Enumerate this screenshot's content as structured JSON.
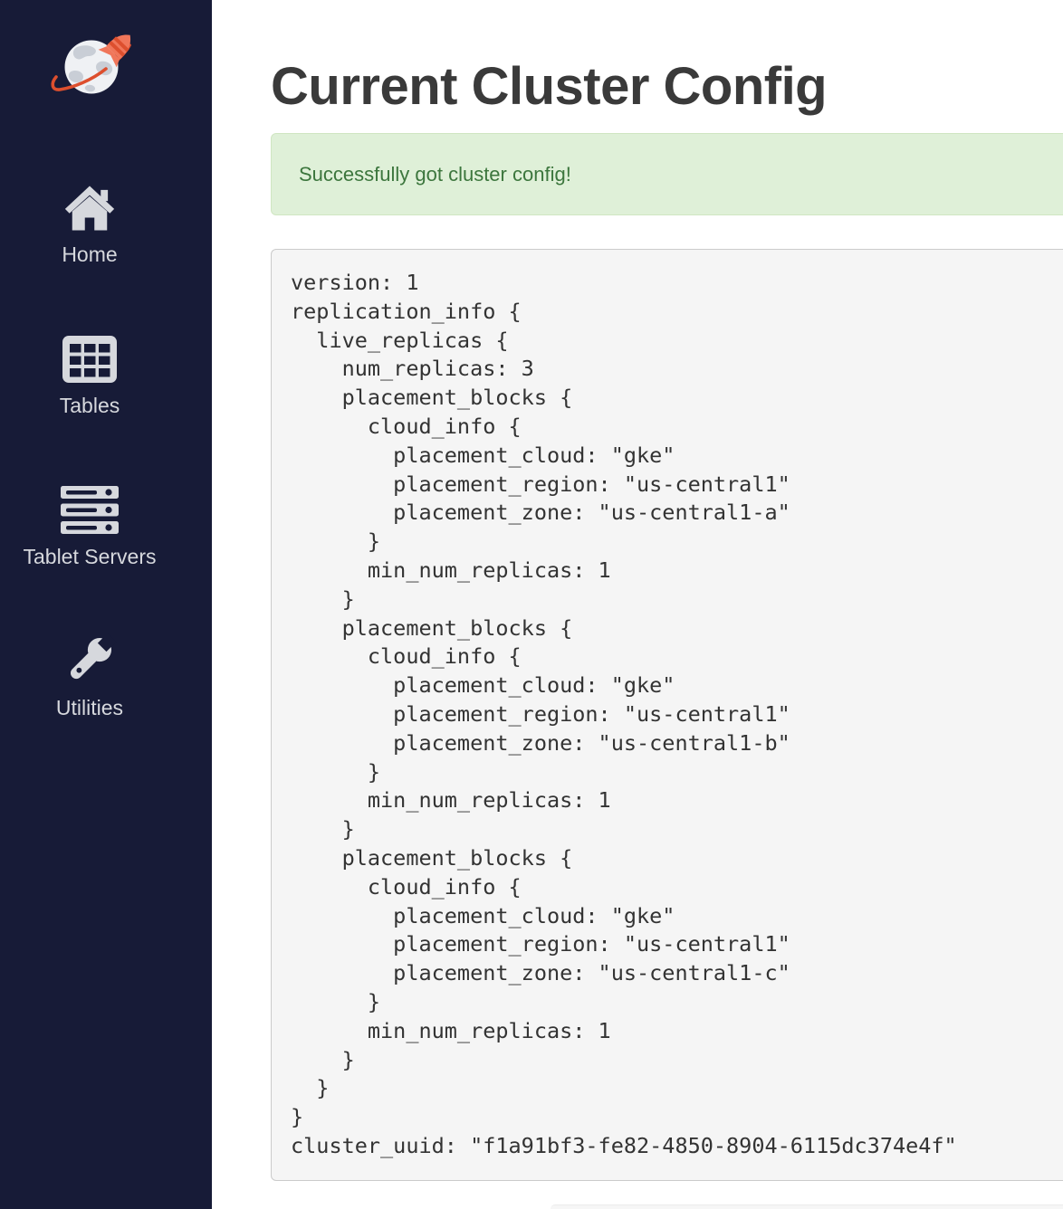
{
  "sidebar": {
    "items": [
      {
        "label": "Home",
        "icon": "home-icon"
      },
      {
        "label": "Tables",
        "icon": "table-icon"
      },
      {
        "label": "Tablet Servers",
        "icon": "servers-icon"
      },
      {
        "label": "Utilities",
        "icon": "wrench-icon"
      }
    ]
  },
  "page": {
    "title": "Current Cluster Config",
    "alert": {
      "type": "success",
      "message": "Successfully got cluster config!"
    },
    "cluster_config": "version: 1\nreplication_info {\n  live_replicas {\n    num_replicas: 3\n    placement_blocks {\n      cloud_info {\n        placement_cloud: \"gke\"\n        placement_region: \"us-central1\"\n        placement_zone: \"us-central1-a\"\n      }\n      min_num_replicas: 1\n    }\n    placement_blocks {\n      cloud_info {\n        placement_cloud: \"gke\"\n        placement_region: \"us-central1\"\n        placement_zone: \"us-central1-b\"\n      }\n      min_num_replicas: 1\n    }\n    placement_blocks {\n      cloud_info {\n        placement_cloud: \"gke\"\n        placement_region: \"us-central1\"\n        placement_zone: \"us-central1-c\"\n      }\n      min_num_replicas: 1\n    }\n  }\n}\ncluster_uuid: \"f1a91bf3-fe82-4850-8904-6115dc374e4f\""
  },
  "colors": {
    "sidebar_bg": "#171b37",
    "sidebar_text": "#d6d8dd",
    "icon_fill": "#d6d8dd",
    "alert_bg": "#dff0d8",
    "alert_border": "#d0e6c2",
    "alert_text": "#3c763d",
    "code_bg": "#f5f5f5",
    "code_border": "#cbcbcb",
    "code_text": "#333333",
    "title_text": "#3a3a3a",
    "logo_globe": "#eff1f4",
    "logo_land": "#c9ced6",
    "logo_orbit": "#dd4f2e",
    "logo_rocket": "#f0765a"
  }
}
